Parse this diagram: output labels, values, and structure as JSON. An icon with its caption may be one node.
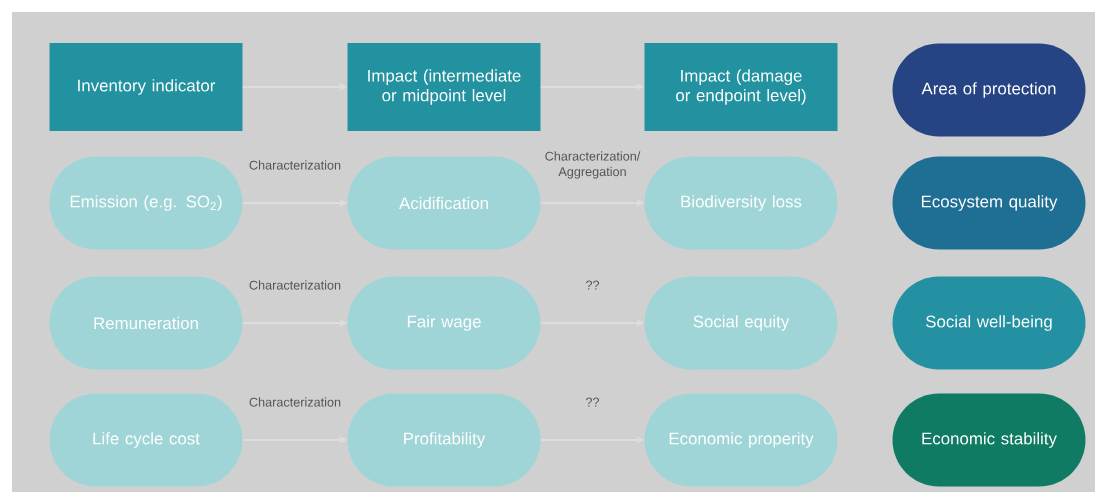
{
  "diagram": {
    "nodes": [
      {
        "text": [
          "Inventory indicator"
        ]
      },
      {
        "text": [
          "Impact (intermediate or midpoint level"
        ]
      },
      {
        "text": [
          "Impact (damage or endpoint level)"
        ]
      },
      {
        "text": [
          "Area of protection"
        ]
      },
      {
        "text": [
          "Emission (e.g. SO$_{2}$)"
        ]
      },
      {
        "text": [
          "Acidification"
        ]
      },
      {
        "text": [
          "Biodiversity loss"
        ]
      },
      {
        "text": [
          "Ecosystem quality"
        ]
      },
      {
        "text": [
          "Remuneration"
        ]
      },
      {
        "text": [
          "Fair wage"
        ]
      },
      {
        "text": [
          "Social equity"
        ]
      },
      {
        "text": [
          "Social well-being"
        ]
      },
      {
        "text": [
          "Life cycle cost"
        ]
      },
      {
        "text": [
          "Profitability"
        ]
      },
      {
        "text": [
          "Economic properity"
        ]
      },
      {
        "text": [
          "Economic stability"
        ]
      }
    ],
    "edges": [
      {
        "from": 0,
        "to": 1,
        "arrow": "to"
      },
      {
        "from": 1,
        "to": 2,
        "arrow": "to"
      },
      {
        "from": 4,
        "to": 5,
        "arrow": "to",
        "label": "Characterization"
      },
      {
        "from": 5,
        "to": 6,
        "arrow": "to",
        "label": "Characterization/ Aggregation"
      },
      {
        "from": 8,
        "to": 9,
        "arrow": "to",
        "label": "Characterization"
      },
      {
        "from": 9,
        "to": 10,
        "arrow": "to",
        "label": "??"
      },
      {
        "from": 12,
        "to": 13,
        "arrow": "to",
        "label": "Characterization"
      },
      {
        "from": 13,
        "to": 14,
        "arrow": "to",
        "label": "??"
      }
    ]
  }
}
